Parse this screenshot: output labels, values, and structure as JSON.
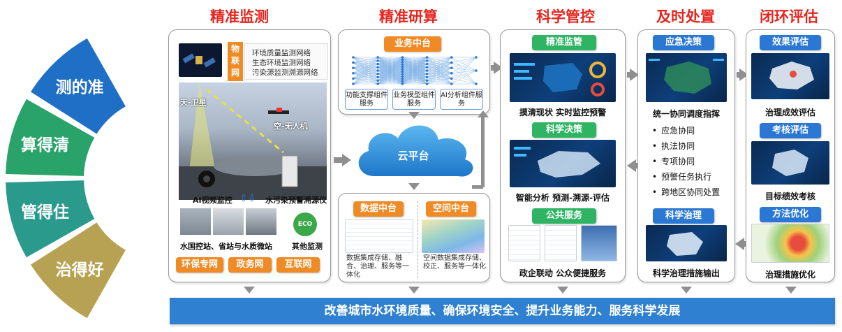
{
  "left_ring": {
    "segments": [
      {
        "label": "测的准",
        "color": "#1f6fc6"
      },
      {
        "label": "算得清",
        "color": "#2aa36a"
      },
      {
        "label": "管得住",
        "color": "#2a9a8c"
      },
      {
        "label": "治得好",
        "color": "#b7a253"
      }
    ]
  },
  "sections": {
    "monitor": {
      "title": "精准监测",
      "iot_label": "物联网",
      "networks": [
        "环境质量监测网络",
        "生态环境监测网络",
        "污染源监测溯源网络"
      ],
      "satellite_label": "天-卫星",
      "drone_label": "空-无人机",
      "camera_label": "AI视频监控",
      "pollution_label": "水污染预警溯源仪",
      "stations_label": "水国控站、省站与水质微站",
      "eco_badge": "ECO",
      "other_label": "其他监测",
      "networks_buttons": [
        "环保专网",
        "政务网",
        "互联网"
      ]
    },
    "compute": {
      "title": "精准研算",
      "business_center": "业务中台",
      "sub_services": [
        "功能支撑组件服务",
        "业务模型组件服务",
        "AI分析组件服务"
      ],
      "cloud_label": "云平台",
      "data_center": "数据中台",
      "data_center_desc": "数据集成存储、融合、治理、服务等一体化",
      "spatial_center": "空间中台",
      "spatial_center_desc": "空间数据集成存储、校正、服务等一体化"
    },
    "control": {
      "title": "科学管控",
      "precise_monitor": "精准监管",
      "precise_monitor_caption": "摸清现状 实时监控预警",
      "science_decision": "科学决策",
      "science_decision_caption": "智能分析 预测-溯源-评估",
      "public_service": "公共服务",
      "public_service_caption": "政企联动 公众便捷服务"
    },
    "dispose": {
      "title": "及时处置",
      "emergency": "应急决策",
      "command": "统一协同调度指挥",
      "items": [
        "应急协同",
        "执法协同",
        "专项协同",
        "预警任务执行",
        "跨地区协同处置"
      ],
      "governance": "科学治理",
      "governance_caption": "科学治理措施输出"
    },
    "evaluate": {
      "title": "闭环评估",
      "effect": "效果评估",
      "effect_caption": "治理成效评估",
      "assess": "考核评估",
      "assess_caption": "目标绩效考核",
      "method": "方法优化",
      "method_caption": "治理措施优化"
    }
  },
  "bottom_banner": "改善城市水环境质量、确保环境安全、提升业务能力、服务科学发展",
  "colors": {
    "title_red": "#e5261f",
    "pill_green": "#2fb464",
    "pill_blue": "#2b78d4",
    "pill_orange": "#f08a24",
    "banner_blue": "#2f80d1"
  }
}
